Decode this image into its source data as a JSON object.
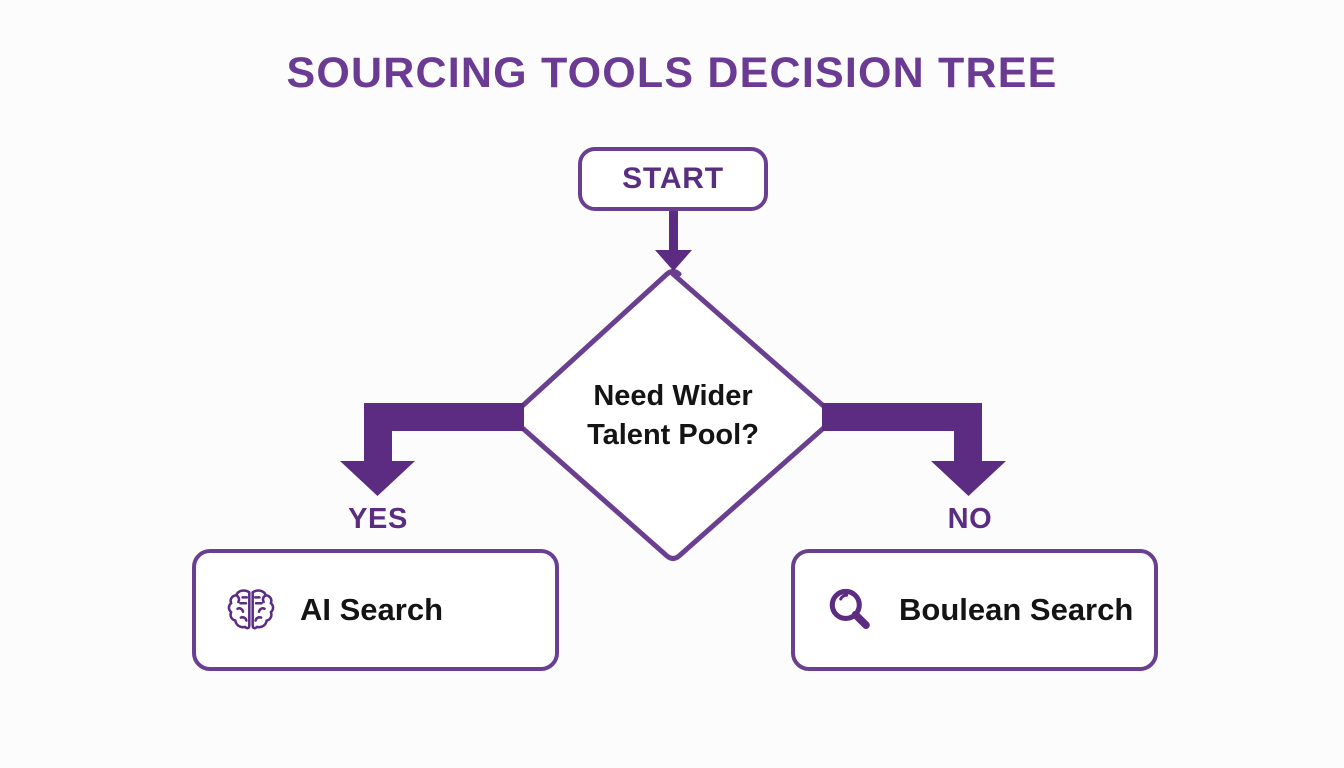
{
  "page": {
    "title": "SOURCING TOOLS DECISION TREE",
    "background_color": "#fdfcfd"
  },
  "colors": {
    "title_purple": "#6b3a93",
    "arrow_purple": "#5b2c82",
    "border_purple": "#6b3f8f",
    "node_text_black": "#141414",
    "node_fill": "#ffffff"
  },
  "diagram": {
    "type": "decision-tree",
    "start": {
      "label": "START",
      "shape": "rounded-rectangle"
    },
    "decision": {
      "label_line1": "Need Wider",
      "label_line2": "Talent Pool?",
      "shape": "diamond"
    },
    "branches": [
      {
        "label": "YES",
        "side": "left",
        "outcome": {
          "label": "AI Search",
          "icon": "brain-icon",
          "shape": "rounded-rectangle"
        }
      },
      {
        "label": "NO",
        "side": "right",
        "outcome": {
          "label": "Boulean Search",
          "icon": "magnifier-icon",
          "shape": "rounded-rectangle"
        }
      }
    ],
    "connectors": [
      {
        "name": "start-to-decision",
        "style": "thin-arrow-down"
      },
      {
        "name": "decision-to-yes",
        "style": "thick-elbow-arrow-left-down"
      },
      {
        "name": "decision-to-no",
        "style": "thick-elbow-arrow-right-down"
      }
    ]
  }
}
